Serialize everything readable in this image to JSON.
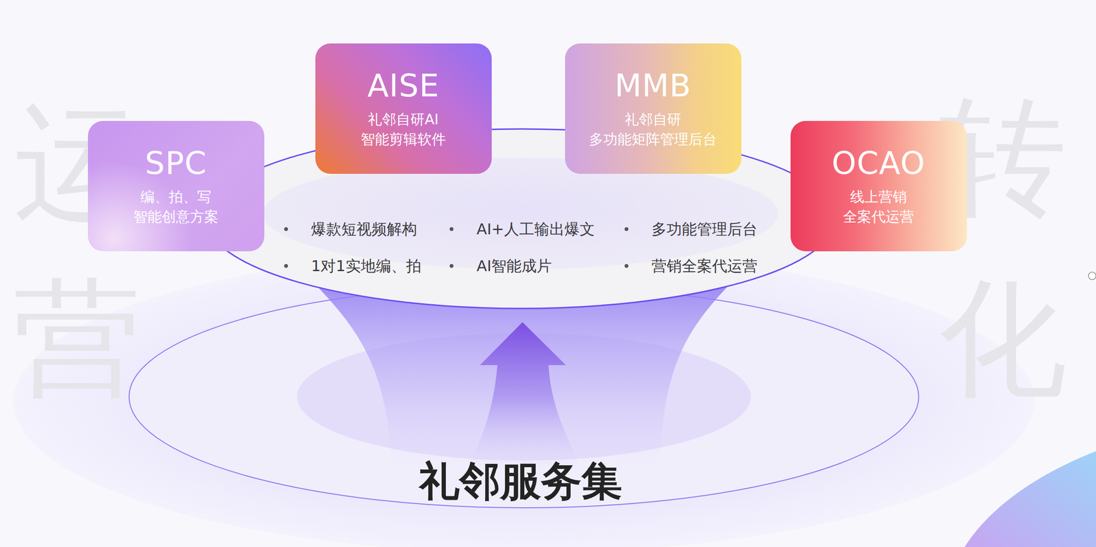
{
  "diagram": {
    "title": "礼邻服务集",
    "nodes": [
      {
        "text": [
          "SPC",
          "编、拍、写 智能创意方案"
        ]
      },
      {
        "text": [
          "AISE",
          "礼邻自研AI 智能剪辑软件"
        ]
      },
      {
        "text": [
          "MMB",
          "礼邻自研 多功能矩阵管理后台"
        ]
      },
      {
        "text": [
          "OCAO",
          "线上营销 全案代运营"
        ]
      }
    ],
    "labels": [
      "运",
      "营",
      "转",
      "化",
      "爆款短视频解构",
      "1对1实地编、拍",
      "AI+人工输出爆文",
      "AI智能成片",
      "多功能管理后台",
      "营销全案代运营"
    ]
  }
}
